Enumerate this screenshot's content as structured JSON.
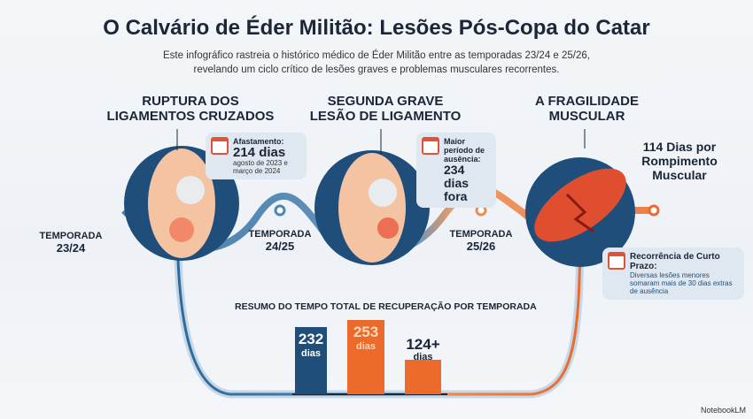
{
  "title": "O Calvário de Éder Militão: Lesões Pós-Copa do Catar",
  "subtitle": [
    "Este infográfico rastreia o histórico médico de Éder Militão entre as temporadas 23/24 e 25/26,",
    "revelando um ciclo crítico de lesões graves e problemas musculares recorrentes."
  ],
  "stages": [
    {
      "heading": [
        "RUPTURA DOS",
        "LIGAMENTOS CRUZADOS"
      ],
      "callout": {
        "label": "Afastamento:",
        "value": "214 dias",
        "detail": [
          "agosto de 2023 e",
          "março de 2024"
        ],
        "icon": "calendar-medical-icon"
      }
    },
    {
      "heading": [
        "SEGUNDA GRAVE",
        "LESÃO DE LIGAMENTO"
      ],
      "callout": {
        "label": "Maior período de ausência:",
        "value": "234 dias fora",
        "icon": "calendar-icon"
      }
    },
    {
      "heading": [
        "A FRAGILIDADE",
        "MUSCULAR"
      ],
      "note": [
        "114 Dias por",
        "Rompimento",
        "Muscular"
      ],
      "callout": {
        "label": "Recorrência de Curto Prazo:",
        "detail": "Diversas lesões menores somaram mais de 30 dias extras de ausência",
        "icon": "calendar-clock-icon"
      }
    }
  ],
  "seasons": [
    {
      "label": "TEMPORADA",
      "value": "23/24"
    },
    {
      "label": "TEMPORADA",
      "value": "24/25"
    },
    {
      "label": "TEMPORADA",
      "value": "25/26"
    }
  ],
  "summary": {
    "title": "RESUMO DO TEMPO TOTAL DE RECUPERAÇÃO POR TEMPORADA",
    "bars": [
      {
        "value": "232",
        "unit": "dias",
        "days": 232,
        "color": "#1f4e7a"
      },
      {
        "value": "253",
        "unit": "dias",
        "days": 253,
        "color": "#ec6a2c"
      },
      {
        "value": "124+",
        "unit": "dias",
        "days": 124,
        "color": "#ec6a2c"
      }
    ]
  },
  "colors": {
    "blue": "#1f4e7a",
    "orange": "#ec6a2c",
    "text": "#1b2638"
  },
  "brand": "NotebookLM"
}
